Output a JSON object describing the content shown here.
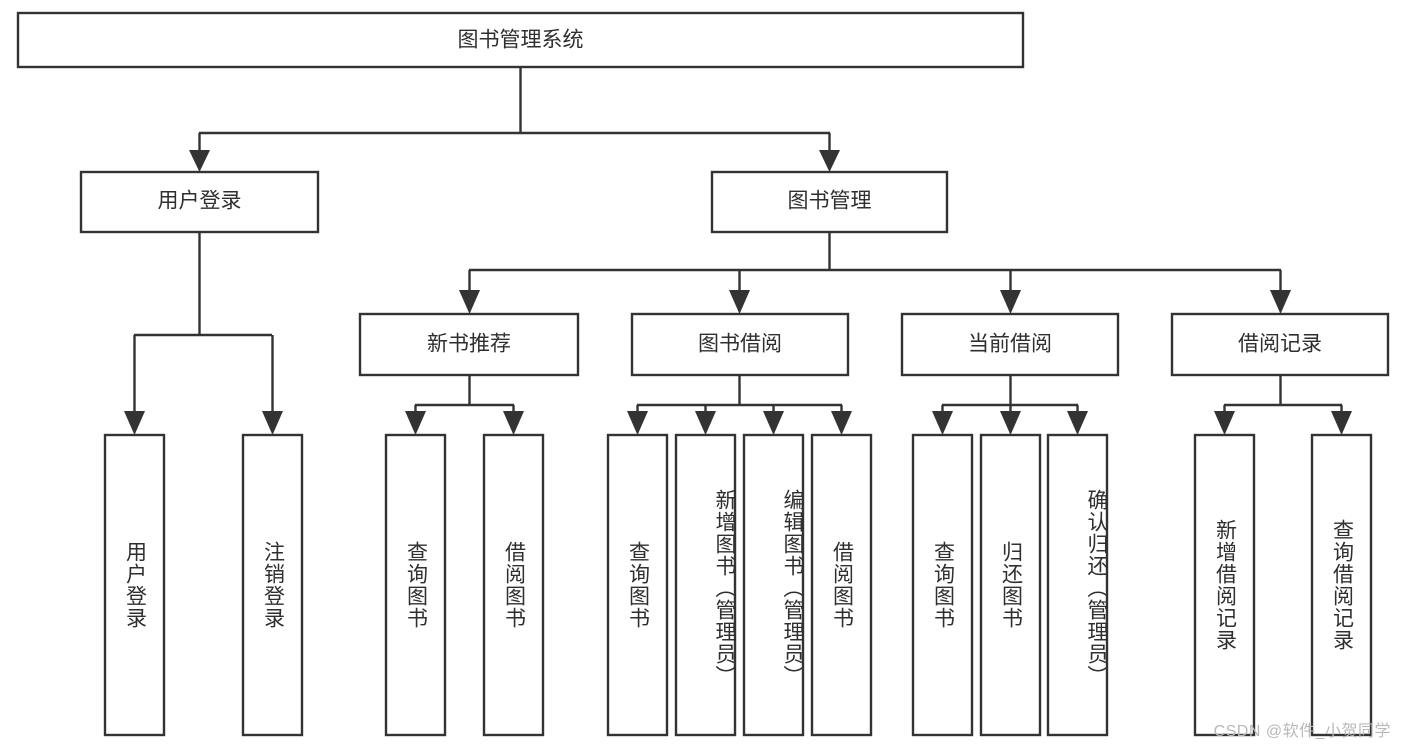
{
  "diagram": {
    "title": "图书管理系统",
    "type": "hierarchy-tree",
    "orientation": "top-down",
    "colors": {
      "background": "#ffffff",
      "box_fill": "#ffffff",
      "box_stroke": "#333333",
      "connector": "#333333",
      "text": "#2f2f2f",
      "watermark": "#b9b9b9"
    },
    "root": {
      "label": "图书管理系统",
      "orientation": "horizontal"
    },
    "level2": [
      {
        "label": "用户登录",
        "orientation": "horizontal"
      },
      {
        "label": "图书管理",
        "orientation": "horizontal"
      }
    ],
    "level3": [
      {
        "label": "新书推荐",
        "orientation": "horizontal",
        "parent": "图书管理"
      },
      {
        "label": "图书借阅",
        "orientation": "horizontal",
        "parent": "图书管理"
      },
      {
        "label": "当前借阅",
        "orientation": "horizontal",
        "parent": "图书管理"
      },
      {
        "label": "借阅记录",
        "orientation": "horizontal",
        "parent": "图书管理"
      }
    ],
    "leaves": {
      "user_login": [
        {
          "label": "用户登录",
          "orientation": "vertical"
        },
        {
          "label": "注销登录",
          "orientation": "vertical"
        }
      ],
      "new_book_recommend": [
        {
          "label": "查询图书",
          "orientation": "vertical"
        },
        {
          "label": "借阅图书",
          "orientation": "vertical"
        }
      ],
      "book_borrow": [
        {
          "label": "查询图书",
          "orientation": "vertical"
        },
        {
          "label": "新增图书（管理员）",
          "orientation": "vertical"
        },
        {
          "label": "编辑图书（管理员）",
          "orientation": "vertical"
        },
        {
          "label": "借阅图书",
          "orientation": "vertical"
        }
      ],
      "current_borrow": [
        {
          "label": "查询图书",
          "orientation": "vertical"
        },
        {
          "label": "归还图书",
          "orientation": "vertical"
        },
        {
          "label": "确认归还（管理员）",
          "orientation": "vertical"
        }
      ],
      "borrow_record": [
        {
          "label": "新增借阅记录",
          "orientation": "vertical"
        },
        {
          "label": "查询借阅记录",
          "orientation": "vertical"
        }
      ]
    }
  },
  "watermark": {
    "text": "CSDN @软件_小贺同学"
  }
}
